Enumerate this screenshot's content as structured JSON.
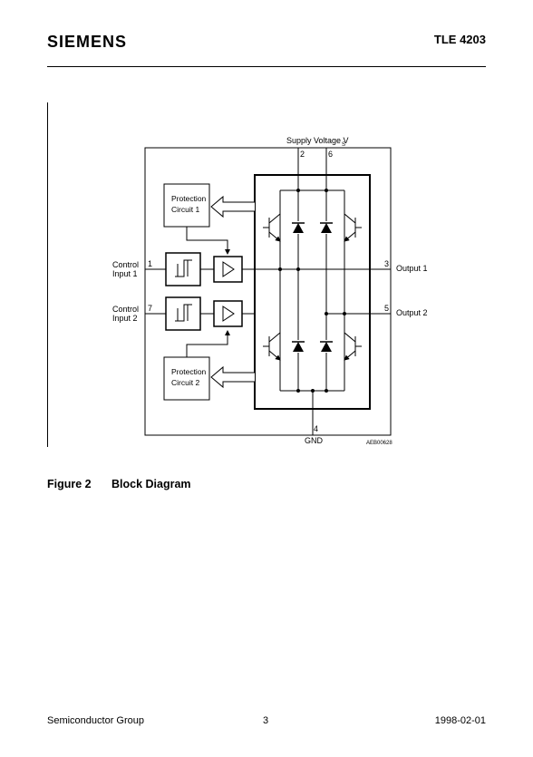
{
  "header": {
    "brand": "SIEMENS",
    "part_number": "TLE 4203"
  },
  "diagram": {
    "supply_label": "Supply Voltage V",
    "supply_subscript": "S",
    "pins": {
      "vs_a": "2",
      "vs_b": "6",
      "in1": "1",
      "in2": "7",
      "out1": "3",
      "out2": "5",
      "gnd": "4"
    },
    "control_input_1": [
      "Control",
      "Input 1"
    ],
    "control_input_2": [
      "Control",
      "Input 2"
    ],
    "output_1": "Output 1",
    "output_2": "Output 2",
    "gnd_label": "GND",
    "protection_1": [
      "Protection",
      "Circuit 1"
    ],
    "protection_2": [
      "Protection",
      "Circuit 2"
    ],
    "drawing_code": "AEB00628"
  },
  "caption": {
    "figure": "Figure 2",
    "title": "Block Diagram"
  },
  "footer": {
    "company": "Semiconductor Group",
    "page": "3",
    "date": "1998-02-01"
  }
}
